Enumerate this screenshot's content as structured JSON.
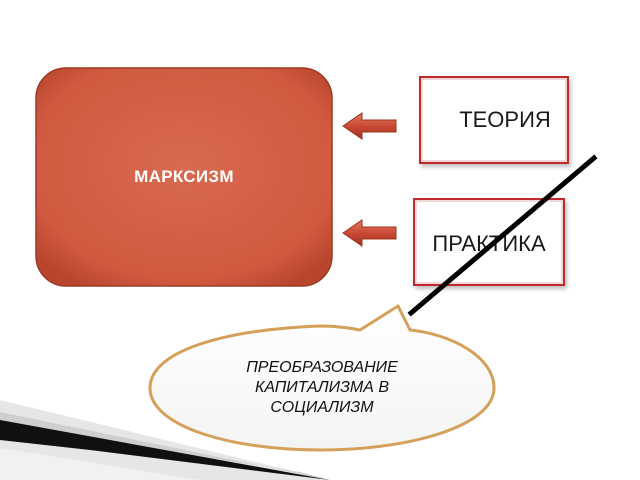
{
  "diagram": {
    "main_label": "МАРКСИЗМ",
    "theory_label": "ТЕОРИЯ",
    "practice_label": "ПРАКТИКА",
    "callout_lines": [
      "ПРЕОБРАЗОВАНИЕ",
      "КАПИТАЛИЗМА В",
      "СОЦИАЛИЗМ"
    ]
  },
  "colors": {
    "main_fill": "#d25d43",
    "box_border": "#c0282c",
    "arrow_fill": "#c94a35",
    "callout_border": "#d4a05a",
    "strike_line": "#000000"
  }
}
